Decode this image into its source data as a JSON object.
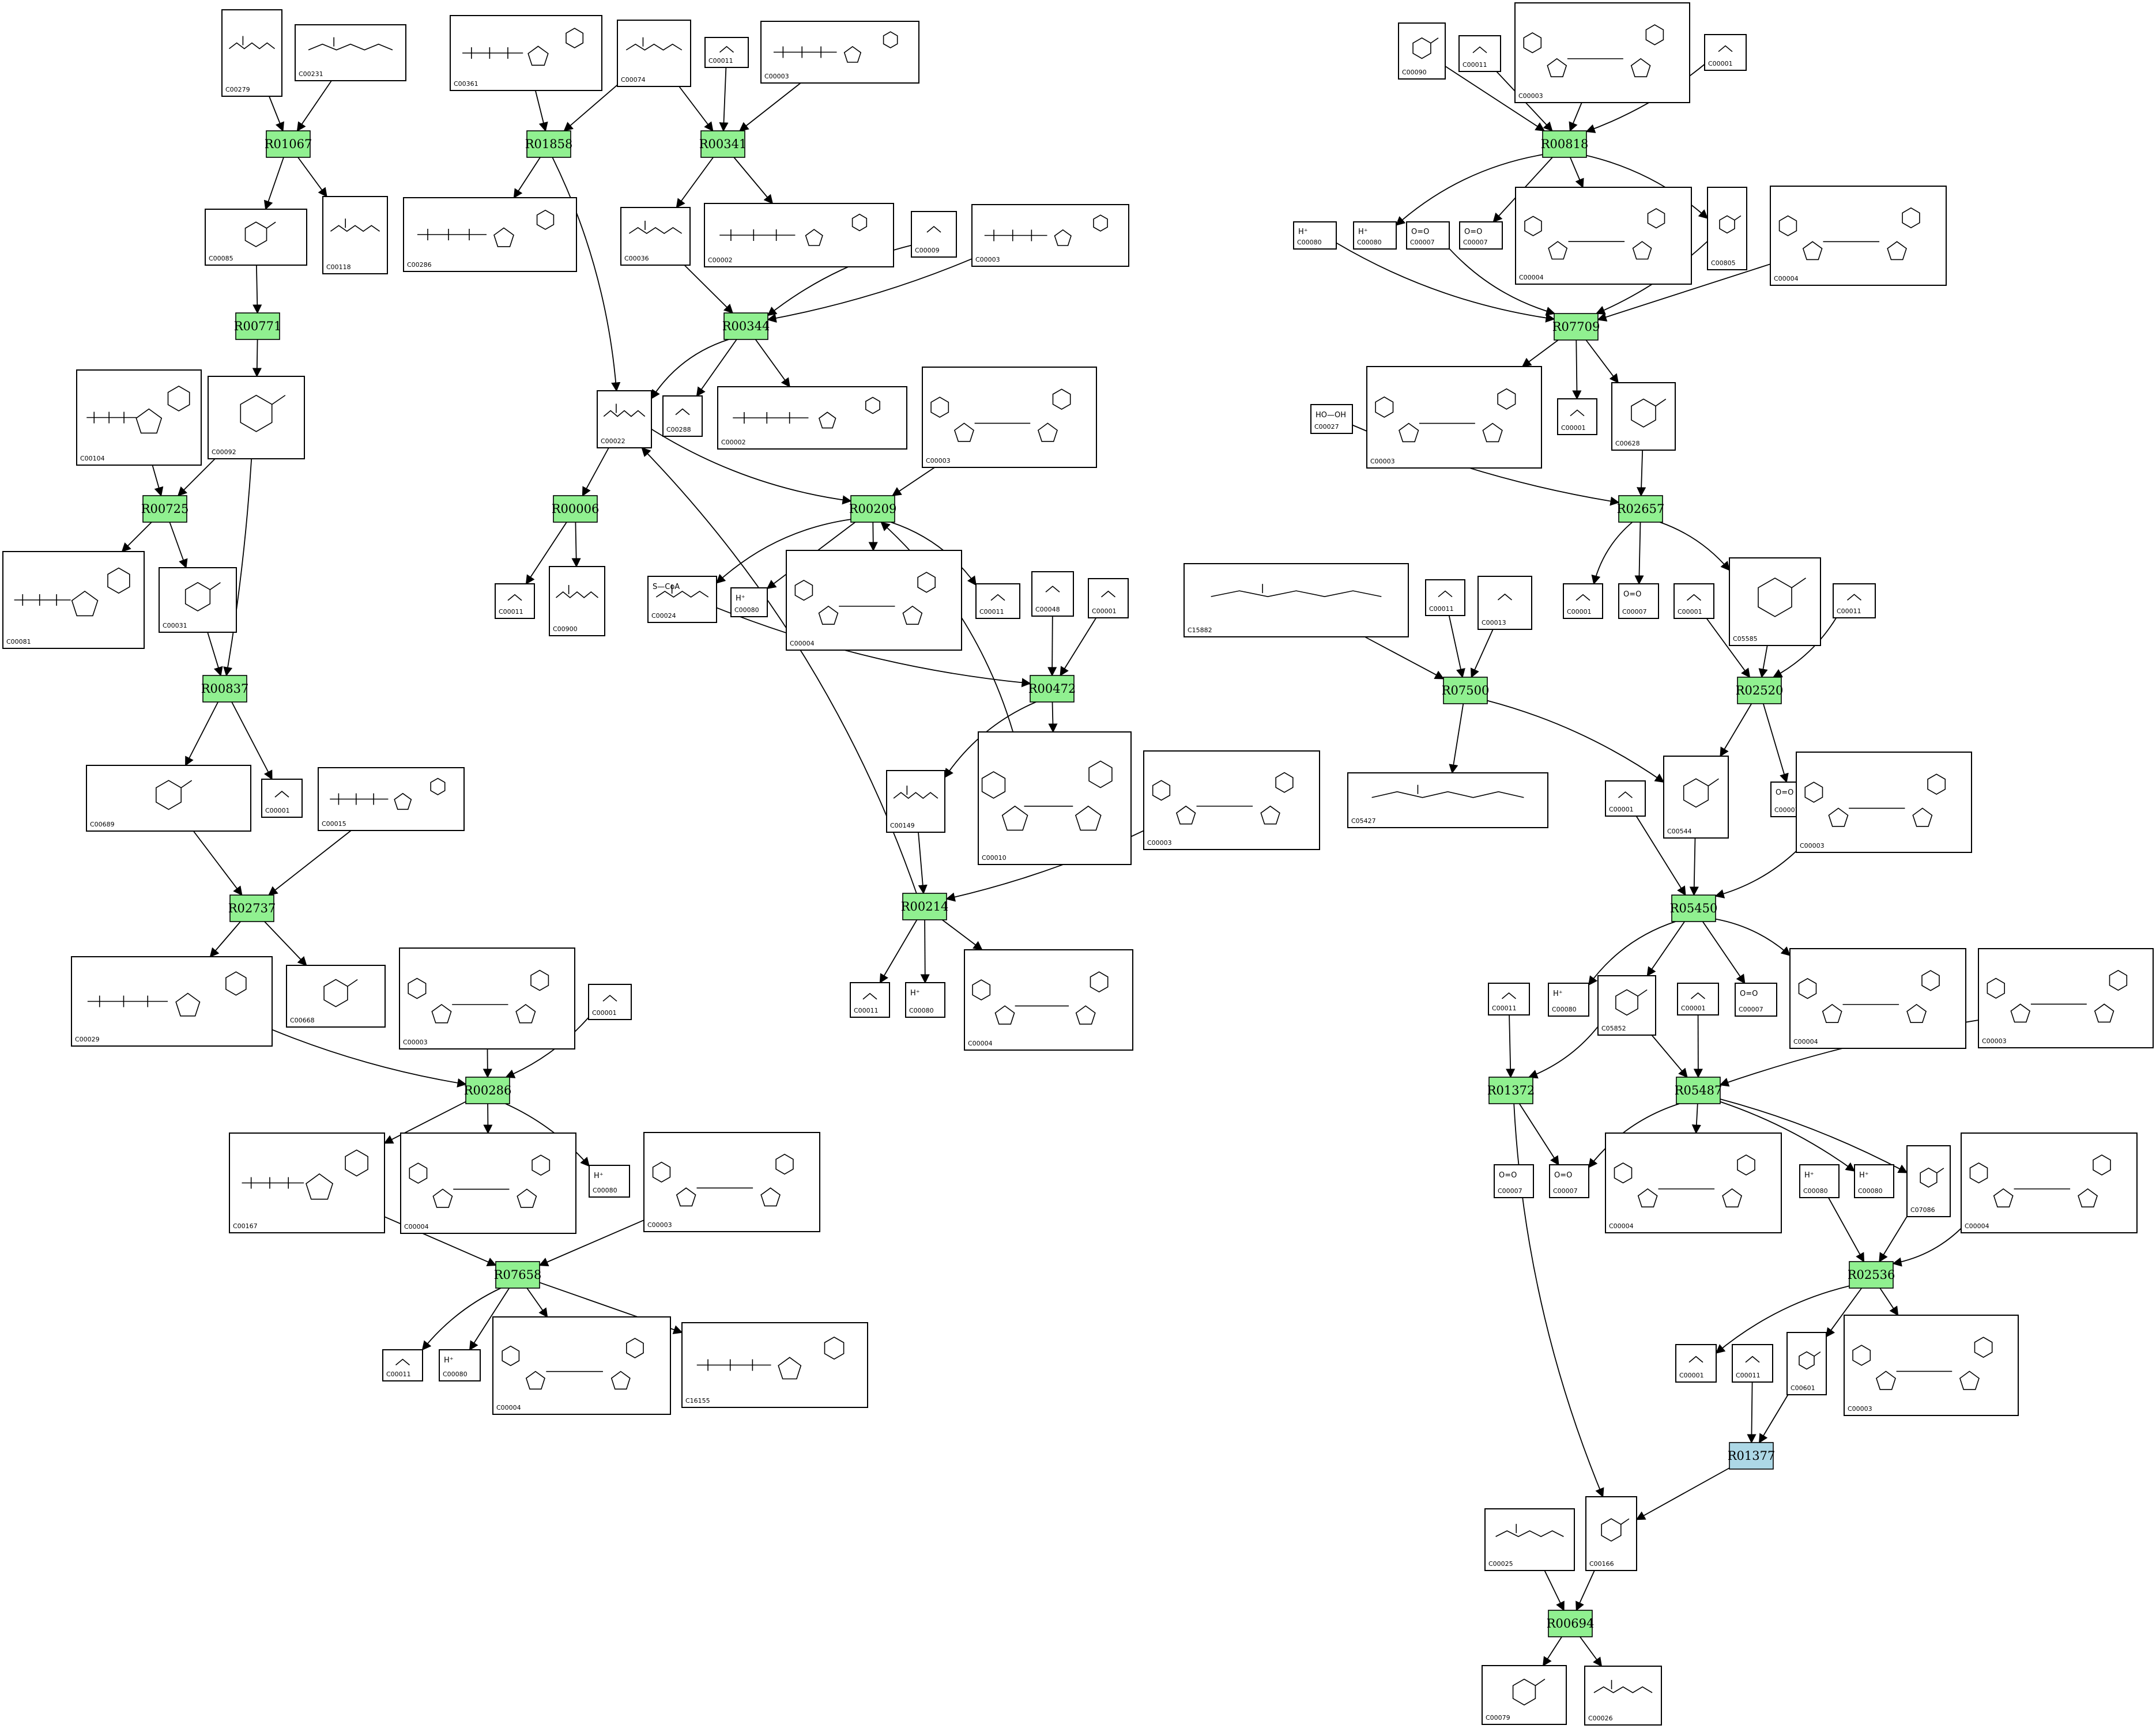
{
  "colors": {
    "reaction": "#90f090",
    "reaction_highlight": "#add8e6",
    "line": "#000000"
  },
  "reactions": [
    {
      "id": "R01067"
    },
    {
      "id": "R01858"
    },
    {
      "id": "R00341"
    },
    {
      "id": "R00771"
    },
    {
      "id": "R00344"
    },
    {
      "id": "R00725"
    },
    {
      "id": "R00006"
    },
    {
      "id": "R00209"
    },
    {
      "id": "R00837"
    },
    {
      "id": "R00472"
    },
    {
      "id": "R02737"
    },
    {
      "id": "R00214"
    },
    {
      "id": "R00286"
    },
    {
      "id": "R07658"
    },
    {
      "id": "R00818"
    },
    {
      "id": "R07709"
    },
    {
      "id": "R02657"
    },
    {
      "id": "R07500"
    },
    {
      "id": "R02520"
    },
    {
      "id": "R05450"
    },
    {
      "id": "R01372"
    },
    {
      "id": "R05487"
    },
    {
      "id": "R02536"
    },
    {
      "id": "R01377",
      "highlight": true
    },
    {
      "id": "R00694"
    }
  ],
  "compounds": [
    {
      "k": "a1",
      "id": "C00279",
      "mol": "chain"
    },
    {
      "k": "a2",
      "id": "C00231",
      "mol": "chain"
    },
    {
      "k": "a3",
      "id": "C00361",
      "mol": "nucleotide"
    },
    {
      "k": "a4",
      "id": "C00074",
      "mol": "chain"
    },
    {
      "k": "a5",
      "id": "C00011",
      "mol": "small"
    },
    {
      "k": "a6",
      "id": "C00003",
      "mol": "nucleotide"
    },
    {
      "k": "b1",
      "id": "C00085",
      "mol": "ring"
    },
    {
      "k": "b2",
      "id": "C00118",
      "mol": "chain"
    },
    {
      "k": "b3",
      "id": "C00286",
      "mol": "nucleotide"
    },
    {
      "k": "b4",
      "id": "C00036",
      "mol": "chain"
    },
    {
      "k": "b5",
      "id": "C00002",
      "mol": "nucleotide"
    },
    {
      "k": "b6",
      "id": "C00009",
      "mol": "small"
    },
    {
      "k": "b7",
      "id": "C00003",
      "mol": "nucleotide"
    },
    {
      "k": "c1",
      "id": "C00104",
      "mol": "nucleotide"
    },
    {
      "k": "c2",
      "id": "C00092",
      "mol": "ring"
    },
    {
      "k": "c3",
      "id": "C00022",
      "mol": "chain"
    },
    {
      "k": "c4",
      "id": "C00288",
      "mol": "small"
    },
    {
      "k": "c5",
      "id": "C00002",
      "mol": "nucleotide"
    },
    {
      "k": "c6",
      "id": "C00003",
      "mol": "nad"
    },
    {
      "k": "d1",
      "id": "C00081",
      "mol": "nucleotide"
    },
    {
      "k": "d2",
      "id": "C00031",
      "mol": "ring"
    },
    {
      "k": "d3",
      "id": "C00011",
      "mol": "small"
    },
    {
      "k": "d4",
      "id": "C00900",
      "mol": "chain"
    },
    {
      "k": "d5",
      "id": "C00024",
      "mol": "chain",
      "label": "S—CoA"
    },
    {
      "k": "d6",
      "id": "C00080",
      "mol": "none",
      "label": "H⁺"
    },
    {
      "k": "d7",
      "id": "C00004",
      "mol": "nad"
    },
    {
      "k": "d8",
      "id": "C00011",
      "mol": "small"
    },
    {
      "k": "d9",
      "id": "C00048",
      "mol": "small"
    },
    {
      "k": "d10",
      "id": "C00001",
      "mol": "small"
    },
    {
      "k": "e1",
      "id": "C00689",
      "mol": "ring"
    },
    {
      "k": "e2",
      "id": "C00001",
      "mol": "small"
    },
    {
      "k": "e3",
      "id": "C00015",
      "mol": "nucleotide"
    },
    {
      "k": "e4",
      "id": "C00149",
      "mol": "chain"
    },
    {
      "k": "e5",
      "id": "C00010",
      "mol": "nad"
    },
    {
      "k": "e6",
      "id": "C00003",
      "mol": "nad"
    },
    {
      "k": "f1",
      "id": "C00029",
      "mol": "nucleotide"
    },
    {
      "k": "f2",
      "id": "C00668",
      "mol": "ring"
    },
    {
      "k": "f3",
      "id": "C00003",
      "mol": "nad"
    },
    {
      "k": "f4",
      "id": "C00001",
      "mol": "small"
    },
    {
      "k": "f5",
      "id": "C00011",
      "mol": "small"
    },
    {
      "k": "f6",
      "id": "C00080",
      "mol": "none",
      "label": "H⁺"
    },
    {
      "k": "f7",
      "id": "C00004",
      "mol": "nad"
    },
    {
      "k": "g1",
      "id": "C00167",
      "mol": "nucleotide"
    },
    {
      "k": "g2",
      "id": "C00004",
      "mol": "nad"
    },
    {
      "k": "g3",
      "id": "C00080",
      "mol": "none",
      "label": "H⁺"
    },
    {
      "k": "g4",
      "id": "C00003",
      "mol": "nad"
    },
    {
      "k": "h1",
      "id": "C00011",
      "mol": "small"
    },
    {
      "k": "h2",
      "id": "C00080",
      "mol": "none",
      "label": "H⁺"
    },
    {
      "k": "h3",
      "id": "C00004",
      "mol": "nad"
    },
    {
      "k": "h4",
      "id": "C16155",
      "mol": "nucleotide"
    },
    {
      "k": "r1",
      "id": "C00090",
      "mol": "ring"
    },
    {
      "k": "r2",
      "id": "C00011",
      "mol": "small"
    },
    {
      "k": "r3",
      "id": "C00003",
      "mol": "nad"
    },
    {
      "k": "r4",
      "id": "C00001",
      "mol": "small"
    },
    {
      "k": "s1",
      "id": "C00080",
      "mol": "none",
      "label": "H⁺"
    },
    {
      "k": "s2",
      "id": "C00080",
      "mol": "none",
      "label": "H⁺"
    },
    {
      "k": "s3",
      "id": "C00007",
      "mol": "none",
      "label": "O=O"
    },
    {
      "k": "s4",
      "id": "C00007",
      "mol": "none",
      "label": "O=O"
    },
    {
      "k": "s5",
      "id": "C00004",
      "mol": "nad"
    },
    {
      "k": "s6",
      "id": "C00805",
      "mol": "ring"
    },
    {
      "k": "s7",
      "id": "C00004",
      "mol": "nad"
    },
    {
      "k": "t1",
      "id": "C00027",
      "mol": "none",
      "label": "HO—OH"
    },
    {
      "k": "t2",
      "id": "C00003",
      "mol": "nad"
    },
    {
      "k": "t3",
      "id": "C00001",
      "mol": "small"
    },
    {
      "k": "t4",
      "id": "C00628",
      "mol": "ring"
    },
    {
      "k": "u1",
      "id": "C15882",
      "mol": "chain"
    },
    {
      "k": "u2",
      "id": "C00011",
      "mol": "small"
    },
    {
      "k": "u3",
      "id": "C00013",
      "mol": "small"
    },
    {
      "k": "u4",
      "id": "C00001",
      "mol": "small"
    },
    {
      "k": "u5",
      "id": "C00007",
      "mol": "none",
      "label": "O=O"
    },
    {
      "k": "u6",
      "id": "C00001",
      "mol": "small"
    },
    {
      "k": "u7",
      "id": "C05585",
      "mol": "ring"
    },
    {
      "k": "u8",
      "id": "C00011",
      "mol": "small"
    },
    {
      "k": "v1",
      "id": "C05427",
      "mol": "chain"
    },
    {
      "k": "v2",
      "id": "C00001",
      "mol": "small"
    },
    {
      "k": "v3",
      "id": "C00544",
      "mol": "ring"
    },
    {
      "k": "v4",
      "id": "C00007",
      "mol": "none",
      "label": "O=O"
    },
    {
      "k": "v5",
      "id": "C00003",
      "mol": "nad"
    },
    {
      "k": "w1",
      "id": "C00011",
      "mol": "small"
    },
    {
      "k": "w2",
      "id": "C00080",
      "mol": "none",
      "label": "H⁺"
    },
    {
      "k": "w3",
      "id": "C05852",
      "mol": "ring"
    },
    {
      "k": "w4",
      "id": "C00001",
      "mol": "small"
    },
    {
      "k": "w5",
      "id": "C00007",
      "mol": "none",
      "label": "O=O"
    },
    {
      "k": "w6",
      "id": "C00004",
      "mol": "nad"
    },
    {
      "k": "w7",
      "id": "C00003",
      "mol": "nad"
    },
    {
      "k": "x1",
      "id": "C00007",
      "mol": "none",
      "label": "O=O"
    },
    {
      "k": "x2",
      "id": "C00007",
      "mol": "none",
      "label": "O=O"
    },
    {
      "k": "x3",
      "id": "C00004",
      "mol": "nad"
    },
    {
      "k": "x4",
      "id": "C00080",
      "mol": "none",
      "label": "H⁺"
    },
    {
      "k": "x5",
      "id": "C00080",
      "mol": "none",
      "label": "H⁺"
    },
    {
      "k": "x6",
      "id": "C07086",
      "mol": "ring"
    },
    {
      "k": "x7",
      "id": "C00004",
      "mol": "nad"
    },
    {
      "k": "y1",
      "id": "C00001",
      "mol": "small"
    },
    {
      "k": "y2",
      "id": "C00011",
      "mol": "small"
    },
    {
      "k": "y3",
      "id": "C00601",
      "mol": "ring"
    },
    {
      "k": "y4",
      "id": "C00003",
      "mol": "nad"
    },
    {
      "k": "z1",
      "id": "C00025",
      "mol": "chain"
    },
    {
      "k": "z2",
      "id": "C00166",
      "mol": "ring"
    },
    {
      "k": "z3",
      "id": "C00079",
      "mol": "ring"
    },
    {
      "k": "z4",
      "id": "C00026",
      "mol": "chain"
    }
  ]
}
